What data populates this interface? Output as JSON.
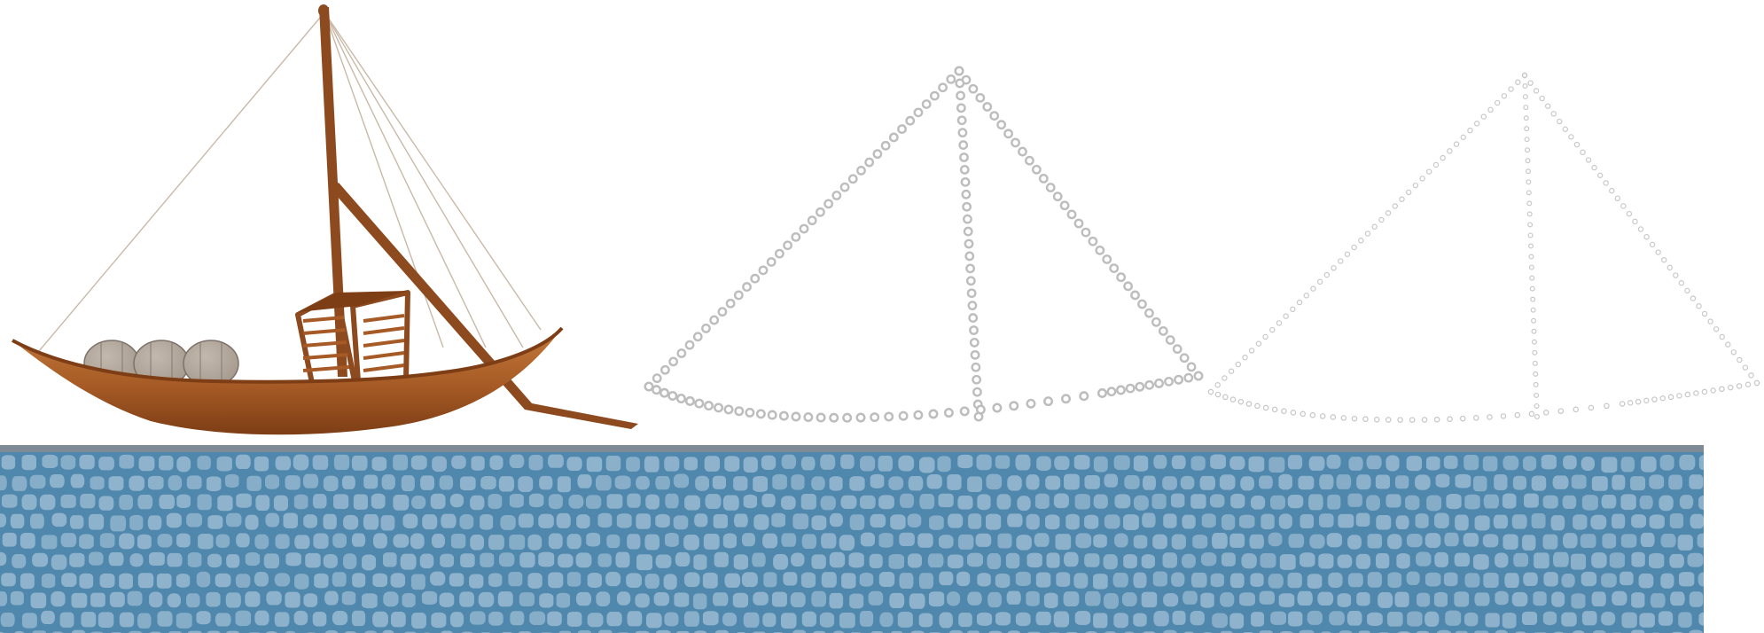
{
  "scene": {
    "background": "#ffffff",
    "colors": {
      "hull": "#a65a25",
      "hull_dark": "#7d3d15",
      "hull_light": "#c47a3c",
      "mast": "#8e4a1f",
      "rigging": "#c9b9a8",
      "barrel": "#a69a8e",
      "barrel_band": "#7d7268",
      "water_stripe": "#7e8a96",
      "mosaic_fill": "#8fb3cc",
      "mosaic_grout": "#4f88ac",
      "sail_dots_bold": "#bdbdbd",
      "sail_dots_faint": "#c8c8c8"
    },
    "objects": [
      {
        "name": "rabelo-boat",
        "kind": "boat",
        "barrels": 3
      },
      {
        "name": "dotted-sail-bold",
        "kind": "sail-outline",
        "style": "bold-dots"
      },
      {
        "name": "dotted-sail-faint",
        "kind": "sail-outline",
        "style": "faint-dots"
      },
      {
        "name": "cobblestone-river",
        "kind": "mosaic-band"
      }
    ]
  }
}
